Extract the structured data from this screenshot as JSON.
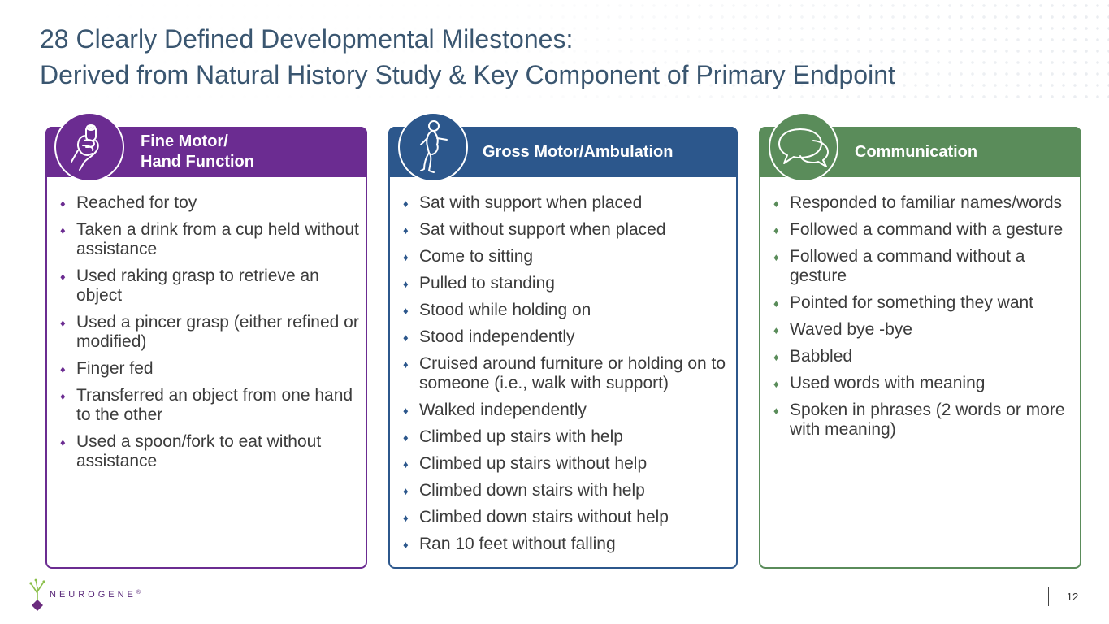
{
  "title": {
    "line1": "28 Clearly Defined Developmental Milestones:",
    "line2": "Derived from Natural History Study & Key Component of Primary Endpoint"
  },
  "colors": {
    "title": "#3a5670",
    "fine_motor": "#6b2c91",
    "gross_motor": "#2c578c",
    "communication": "#5a8c5a"
  },
  "cards": [
    {
      "id": "fine-motor",
      "icon": "hand-holding-icon",
      "heading_line1": "Fine Motor/",
      "heading_line2": "Hand Function",
      "items": [
        "Reached for toy",
        "Taken a drink from a cup held without assistance",
        "Used raking grasp to retrieve an object",
        "Used a pincer grasp (either refined or modified)",
        "Finger fed",
        "Transferred an object from one hand to the other",
        "Used a spoon/fork to eat without assistance"
      ]
    },
    {
      "id": "gross-motor",
      "icon": "walking-child-icon",
      "heading_line1": "Gross Motor/Ambulation",
      "items": [
        "Sat with support when placed",
        "Sat without support when placed",
        "Come to sitting",
        "Pulled to standing",
        "Stood while holding on",
        "Stood independently",
        "Cruised around furniture or holding on to someone (i.e., walk with support)",
        "Walked independently",
        "Climbed up stairs with help",
        "Climbed up stairs without help",
        "Climbed down stairs with help",
        "Climbed down stairs without help",
        "Ran 10 feet without falling"
      ]
    },
    {
      "id": "communication",
      "icon": "speech-bubbles-icon",
      "heading_line1": "Communication",
      "items": [
        "Responded to familiar names/words",
        "Followed a command with a gesture",
        "Followed a command without a gesture",
        "Pointed for something they want",
        "Waved bye -bye",
        "Babbled",
        "Used words with meaning",
        "Spoken in phrases (2 words or more with meaning)"
      ]
    }
  ],
  "bullet_glyph": "♦",
  "logo": {
    "text": "NEUROGENE",
    "mark": "®",
    "icon": "neurogene-logo-icon"
  },
  "page_number": "12"
}
